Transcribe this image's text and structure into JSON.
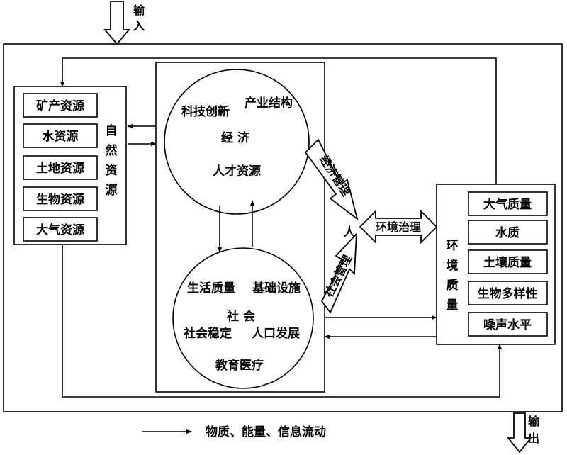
{
  "input_label_chars": [
    "输",
    "入"
  ],
  "output_label_chars": [
    "输",
    "出"
  ],
  "natural_resources": {
    "title_chars": [
      "自",
      "然",
      "资",
      "源"
    ],
    "items": [
      "矿产资源",
      "水资源",
      "土地资源",
      "生物资源",
      "大气资源"
    ]
  },
  "economy": {
    "row1_a": "科技创新",
    "row1_b": "产业结构",
    "center": "经 济",
    "row3": "人才资源"
  },
  "society": {
    "row1_a": "生活质量",
    "row1_b": "基础设施",
    "center": "社 会",
    "row3_a": "社会稳定",
    "row3_b": "人口发展",
    "row4": "教育医疗"
  },
  "person": "人",
  "economic_management": "经济管理",
  "social_management": "社会管理",
  "environmental_governance": "环境治理",
  "environment_quality": {
    "title_chars": [
      "环",
      "境",
      "质",
      "量"
    ],
    "items": [
      "大气质量",
      "水质",
      "土壤质量",
      "生物多样性",
      "噪声水平"
    ]
  },
  "legend": {
    "label": "物质、能量、信息流动"
  }
}
